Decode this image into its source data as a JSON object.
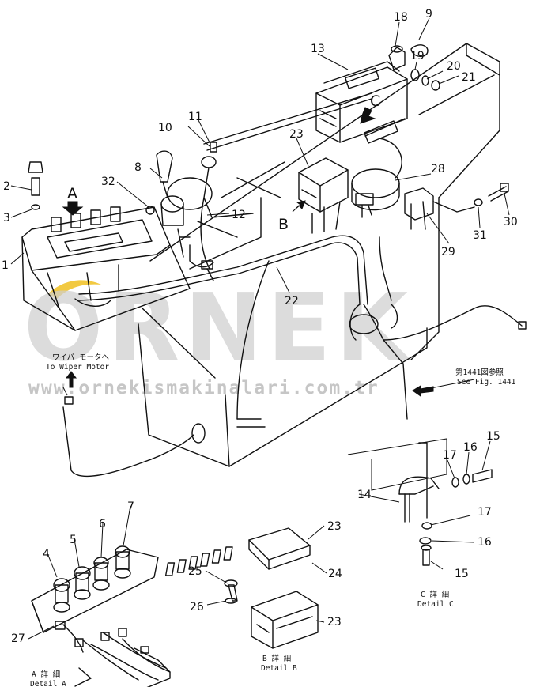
{
  "callouts": {
    "c1": "1",
    "c2": "2",
    "c3": "3",
    "c4": "4",
    "c5": "5",
    "c6": "6",
    "c7": "7",
    "c8": "8",
    "c9": "9",
    "c10": "10",
    "c11": "11",
    "c12": "12",
    "c13": "13",
    "c14": "14",
    "c15a": "15",
    "c15b": "15",
    "c16a": "16",
    "c16b": "16",
    "c17a": "17",
    "c17b": "17",
    "c18": "18",
    "c19": "19",
    "c20": "20",
    "c21": "21",
    "c22": "22",
    "c23a": "23",
    "c23b": "23",
    "c23c": "23",
    "c24": "24",
    "c25": "25",
    "c26": "26",
    "c27": "27",
    "c28": "28",
    "c29": "29",
    "c30": "30",
    "c31": "31",
    "c32": "32"
  },
  "view_labels": {
    "a": "A",
    "b": "B",
    "c": "C"
  },
  "notes": {
    "wiper_jp": "ワイパ モータへ",
    "wiper_en": "To Wiper Motor",
    "see_fig_jp": "第1441図参照",
    "see_fig_en": "See Fig. 1441"
  },
  "details": {
    "a_jp": "A 詳 細",
    "a_en": "Detail A",
    "b_jp": "B 詳 細",
    "b_en": "Detail B",
    "c_jp": "C 詳 細",
    "c_en": "Detail C"
  },
  "watermark": {
    "brand": "ORNEK",
    "url": "www.ornekismakinalari.com.tr",
    "swoosh_color": "#f0c020"
  }
}
